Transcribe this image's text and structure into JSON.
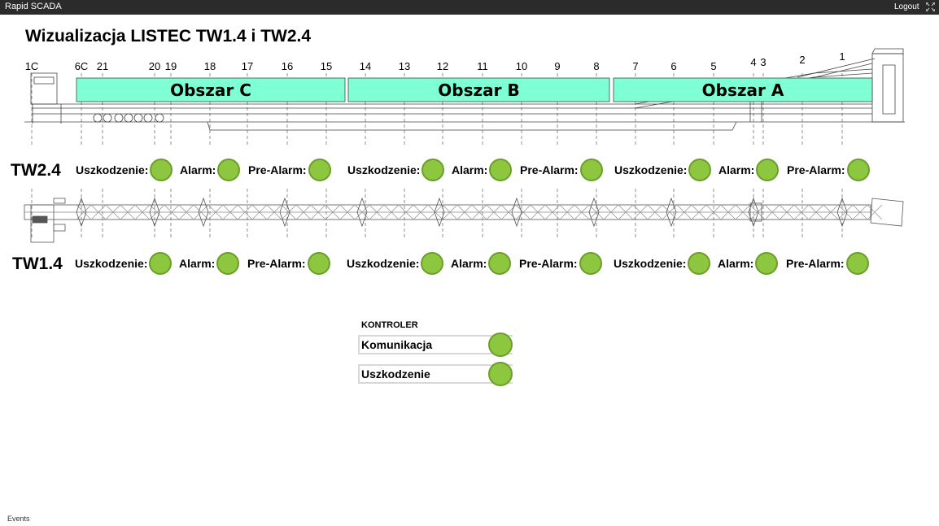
{
  "app": {
    "title": "Rapid SCADA",
    "logout_label": "Logout",
    "events_label": "Events"
  },
  "page_title": "Wizualizacja LISTEC TW1.4 i TW2.4",
  "sections": [
    "1C",
    "6C",
    "21",
    "20",
    "19",
    "18",
    "17",
    "16",
    "15",
    "14",
    "13",
    "12",
    "11",
    "10",
    "9",
    "8",
    "7",
    "6",
    "5",
    "4",
    "3",
    "2",
    "1"
  ],
  "areas": [
    "Obszar C",
    "Obszar B",
    "Obszar A"
  ],
  "colors": {
    "area_fill": "#7fffd4",
    "lamp_ok": "#8dc63f",
    "topbar": "#2b2b2b"
  },
  "lines": [
    {
      "label": "TW2.4",
      "groups": [
        {
          "items": [
            {
              "label": "Uszkodzenie:",
              "state": "ok"
            },
            {
              "label": "Alarm:",
              "state": "ok"
            },
            {
              "label": "Pre-Alarm:",
              "state": "ok"
            }
          ]
        },
        {
          "items": [
            {
              "label": "Uszkodzenie:",
              "state": "ok"
            },
            {
              "label": "Alarm:",
              "state": "ok"
            },
            {
              "label": "Pre-Alarm:",
              "state": "ok"
            }
          ]
        },
        {
          "items": [
            {
              "label": "Uszkodzenie:",
              "state": "ok"
            },
            {
              "label": "Alarm:",
              "state": "ok"
            },
            {
              "label": "Pre-Alarm:",
              "state": "ok"
            }
          ]
        }
      ]
    },
    {
      "label": "TW1.4",
      "groups": [
        {
          "items": [
            {
              "label": "Uszkodzenie:",
              "state": "ok"
            },
            {
              "label": "Alarm:",
              "state": "ok"
            },
            {
              "label": "Pre-Alarm:",
              "state": "ok"
            }
          ]
        },
        {
          "items": [
            {
              "label": "Uszkodzenie:",
              "state": "ok"
            },
            {
              "label": "Alarm:",
              "state": "ok"
            },
            {
              "label": "Pre-Alarm:",
              "state": "ok"
            }
          ]
        },
        {
          "items": [
            {
              "label": "Uszkodzenie:",
              "state": "ok"
            },
            {
              "label": "Alarm:",
              "state": "ok"
            },
            {
              "label": "Pre-Alarm:",
              "state": "ok"
            }
          ]
        }
      ]
    }
  ],
  "controller": {
    "title": "KONTROLER",
    "rows": [
      {
        "label": "Komunikacja",
        "state": "ok"
      },
      {
        "label": "Uszkodzenie",
        "state": "ok"
      }
    ]
  }
}
